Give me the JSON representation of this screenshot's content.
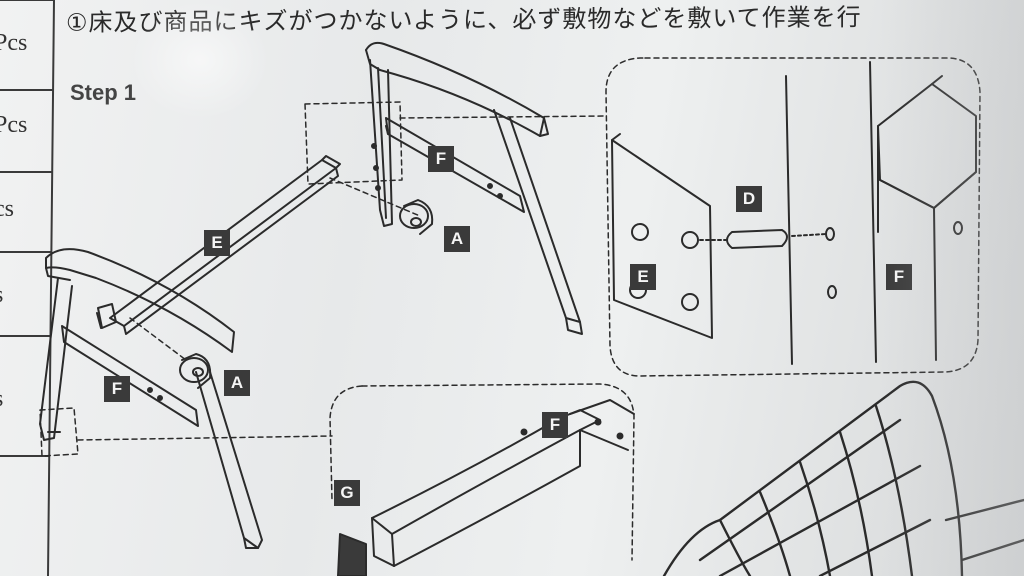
{
  "header": {
    "instruction": "①床及び商品にキズがつかないように、必ず敷物などを敷いて作業を行"
  },
  "step": {
    "title": "Step 1"
  },
  "quantity_column": [
    "Pcs",
    "Pcs",
    "cs",
    "s",
    "s"
  ],
  "labels": {
    "E_bar": "E",
    "F_right": "F",
    "A_right": "A",
    "F_left": "F",
    "A_left": "A",
    "D_dowel": "D",
    "E_detail": "E",
    "F_detail": "F",
    "F_bottom": "F",
    "G_bottom": "G"
  }
}
